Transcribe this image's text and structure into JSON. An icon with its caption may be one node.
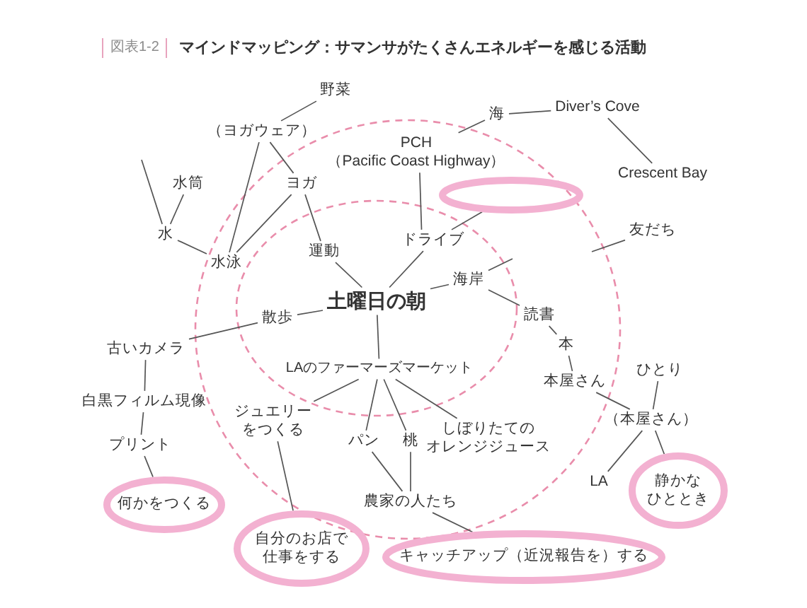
{
  "diagram": {
    "title": "マインドマッピング：サマンサがたくさんエネルギーを感じる活動",
    "nodes": [
      {
        "text": [
          "野菜"
        ]
      },
      {
        "text": [
          "海"
        ]
      },
      {
        "text": [
          "Diver’s Cove"
        ]
      },
      {
        "text": [
          "（ヨガウェア）"
        ]
      },
      {
        "text": [
          "PCH （Pacific Coast Highway）"
        ]
      },
      {
        "text": [
          "Crescent Bay"
        ]
      },
      {
        "text": [
          "水筒"
        ]
      },
      {
        "text": [
          "ヨガ"
        ]
      },
      {
        "text": [],
        "shape": "ellipse"
      },
      {
        "text": [
          "友だち"
        ]
      },
      {
        "text": [
          "水"
        ]
      },
      {
        "text": [
          "ドライブ"
        ]
      },
      {
        "text": [
          "運動"
        ]
      },
      {
        "text": [
          "水泳"
        ]
      },
      {
        "text": [
          "海岸"
        ]
      },
      {
        "text": [
          "土曜日の朝"
        ]
      },
      {
        "text": [
          "読書"
        ]
      },
      {
        "text": [
          "散歩"
        ]
      },
      {
        "text": [
          "古いカメラ"
        ]
      },
      {
        "text": [
          "本"
        ]
      },
      {
        "text": [
          "LAのファーマーズマーケット"
        ]
      },
      {
        "text": [
          "ひとり"
        ]
      },
      {
        "text": [
          "本屋さん"
        ]
      },
      {
        "text": [
          "白黒フィルム現像"
        ]
      },
      {
        "text": [
          "ジュエリーをつくる"
        ]
      },
      {
        "text": [
          "（本屋さん）"
        ]
      },
      {
        "text": [
          "パン"
        ]
      },
      {
        "text": [
          "桃"
        ]
      },
      {
        "text": [
          "しぼりたてのオレンジジュース"
        ]
      },
      {
        "text": [
          "プリント"
        ]
      },
      {
        "text": [
          "LA"
        ]
      },
      {
        "text": [
          "静かなひととき"
        ]
      },
      {
        "text": [
          "何かをつくる"
        ]
      },
      {
        "text": [
          "農家の人たち"
        ]
      },
      {
        "text": [
          "自分のお店で仕事をする"
        ]
      },
      {
        "text": [
          "キャッチアップ（近況報告を）する"
        ]
      }
    ],
    "edges": [
      {
        "from": 3,
        "to": 0,
        "arrow": "none"
      },
      {
        "from": 1,
        "to": 2,
        "arrow": "none"
      },
      {
        "from": 1,
        "to": 4,
        "arrow": "none"
      },
      {
        "from": 2,
        "to": 5,
        "arrow": "none"
      },
      {
        "from": 3,
        "to": 7,
        "arrow": "none"
      },
      {
        "from": 3,
        "to": 13,
        "arrow": "none"
      },
      {
        "from": 10,
        "to": null,
        "arrow": "none"
      },
      {
        "from": 6,
        "to": 10,
        "arrow": "none"
      },
      {
        "from": 7,
        "to": 13,
        "arrow": "none"
      },
      {
        "from": 7,
        "to": 12,
        "arrow": "none"
      },
      {
        "from": 4,
        "to": 11,
        "arrow": "none"
      },
      {
        "from": 8,
        "to": 11,
        "arrow": "none"
      },
      {
        "from": 9,
        "to": null,
        "arrow": "none"
      },
      {
        "from": 10,
        "to": 13,
        "arrow": "none"
      },
      {
        "from": 12,
        "to": 15,
        "arrow": "none"
      },
      {
        "from": 11,
        "to": 15,
        "arrow": "none"
      },
      {
        "from": 14,
        "to": null,
        "arrow": "none"
      },
      {
        "from": 15,
        "to": 14,
        "arrow": "none"
      },
      {
        "from": 14,
        "to": 16,
        "arrow": "none"
      },
      {
        "from": 15,
        "to": 17,
        "arrow": "none"
      },
      {
        "from": 17,
        "to": 18,
        "arrow": "none"
      },
      {
        "from": 16,
        "to": 19,
        "arrow": "none"
      },
      {
        "from": 15,
        "to": 20,
        "arrow": "none"
      },
      {
        "from": 19,
        "to": 22,
        "arrow": "none"
      },
      {
        "from": 22,
        "to": 25,
        "arrow": "none"
      },
      {
        "from": 21,
        "to": 25,
        "arrow": "none"
      },
      {
        "from": 18,
        "to": 23,
        "arrow": "none"
      },
      {
        "from": 20,
        "to": 24,
        "arrow": "none"
      },
      {
        "from": 20,
        "to": 26,
        "arrow": "none"
      },
      {
        "from": 20,
        "to": 27,
        "arrow": "none"
      },
      {
        "from": 20,
        "to": 28,
        "arrow": "none"
      },
      {
        "from": 23,
        "to": 29,
        "arrow": "none"
      },
      {
        "from": 25,
        "to": 30,
        "arrow": "none"
      },
      {
        "from": 25,
        "to": 31,
        "arrow": "none"
      },
      {
        "from": 29,
        "to": 32,
        "arrow": "none"
      },
      {
        "from": 26,
        "to": 33,
        "arrow": "none"
      },
      {
        "from": 27,
        "to": 33,
        "arrow": "none"
      },
      {
        "from": 24,
        "to": 34,
        "arrow": "none"
      },
      {
        "from": 33,
        "to": 35,
        "arrow": "none"
      }
    ],
    "labels": [
      "図表1-2"
    ]
  }
}
